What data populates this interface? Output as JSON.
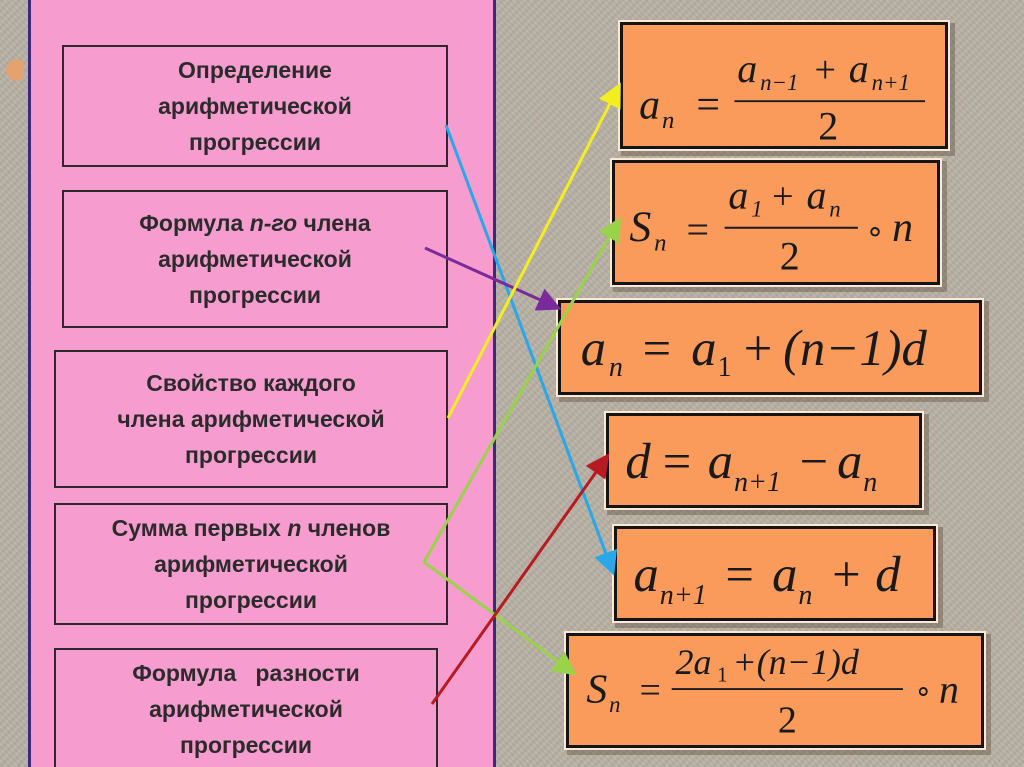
{
  "concepts": [
    {
      "id": "definition",
      "line1": "Определение",
      "line2": "арифметической",
      "line3": "прогрессии"
    },
    {
      "id": "nth-term",
      "line1a": "Формула ",
      "line1b": "n-го",
      "line1c": " члена",
      "line2": "арифметической",
      "line3": "прогрессии"
    },
    {
      "id": "property",
      "line1": "Свойство каждого",
      "line2": "члена арифметической",
      "line3": "прогрессии"
    },
    {
      "id": "sum",
      "line1a": "Сумма первых ",
      "line1b": "n",
      "line1c": " членов",
      "line2": "арифметической",
      "line3": "прогрессии"
    },
    {
      "id": "difference",
      "line1": "Формула   разности",
      "line2": "арифметической",
      "line3": "прогрессии"
    }
  ],
  "formulas": {
    "f1": {
      "lhs": "a",
      "lhs_sub": "n",
      "eq": "=",
      "num_a": "a",
      "num_a_sub": "n−1",
      "num_plus": "+",
      "num_b": "a",
      "num_b_sub": "n+1",
      "den": "2"
    },
    "f2": {
      "lhs": "S",
      "lhs_sub": "n",
      "eq": "=",
      "num_a": "a",
      "num_a_sub": "1",
      "num_plus": "+",
      "num_b": "a",
      "num_b_sub": "n",
      "den": "2",
      "op": "∘",
      "tail": "n"
    },
    "f3": {
      "lhs": "a",
      "lhs_sub": "n",
      "eq": "=",
      "rhs_a": "a",
      "rhs_a_sub": "1",
      "plus": "+",
      "paren": "(n−1)d"
    },
    "f4": {
      "lhs": "d",
      "eq": "=",
      "rhs_a": "a",
      "rhs_a_sub": "n+1",
      "minus": "−",
      "rhs_b": "a",
      "rhs_b_sub": "n"
    },
    "f5": {
      "lhs": "a",
      "lhs_sub": "n+1",
      "eq": "=",
      "rhs_a": "a",
      "rhs_a_sub": "n",
      "plus": "+",
      "rhs_b": "d"
    },
    "f6": {
      "lhs": "S",
      "lhs_sub": "n",
      "eq": "=",
      "num_pre": "2a",
      "num_pre_sub": "1",
      "num_rest": "+(n−1)d",
      "den": "2",
      "op": "∘",
      "tail": "n"
    }
  },
  "colors": {
    "panel": "#f79ccf",
    "formula_bg": "#fa9b5c",
    "arrow_definition": "#29a8e8",
    "arrow_nth_term": "#7a2a9a",
    "arrow_property": "#f2ee22",
    "arrow_sum": "#9ad24a",
    "arrow_difference": "#b81a22"
  }
}
